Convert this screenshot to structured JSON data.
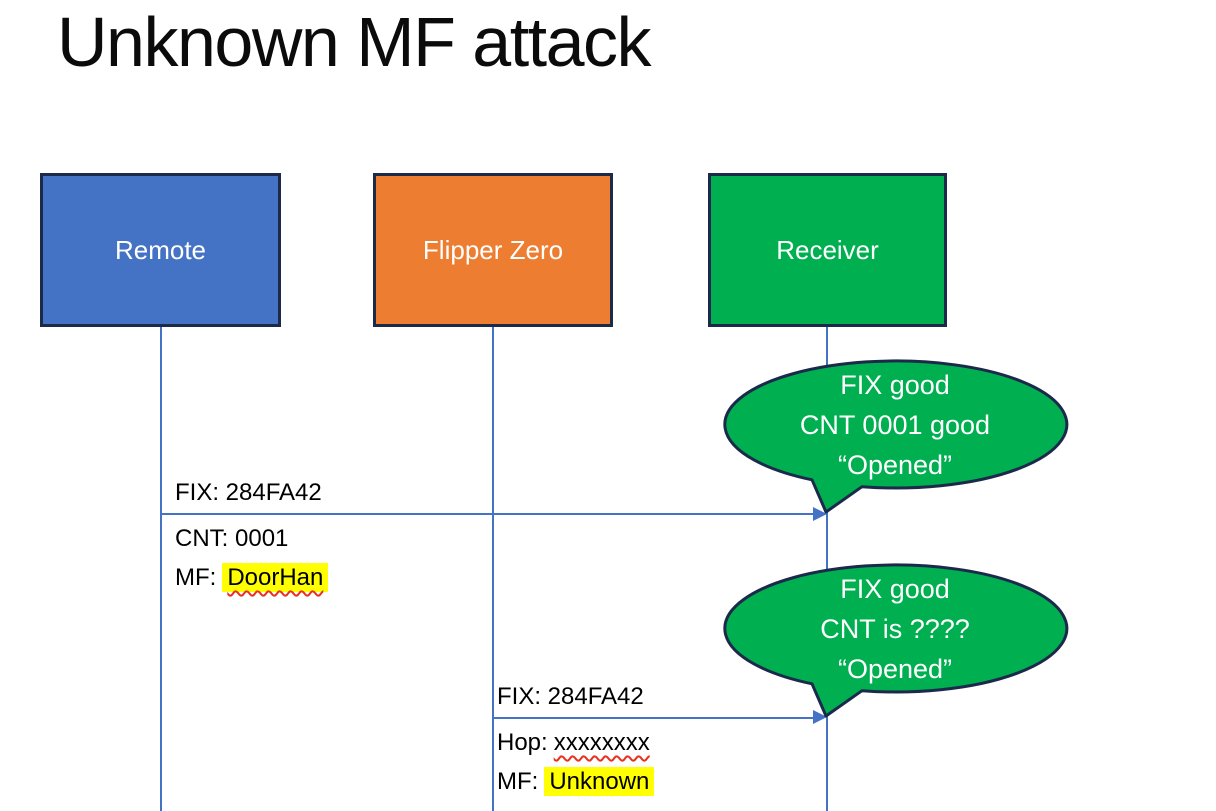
{
  "slide": {
    "title": "Unknown MF attack"
  },
  "actors": [
    {
      "label": "Remote",
      "fill": "#4472C4"
    },
    {
      "label": "Flipper Zero",
      "fill": "#ED7D31"
    },
    {
      "label": "Receiver",
      "fill": "#00B050"
    }
  ],
  "message1": {
    "fix": "FIX: 284FA42",
    "cnt": "CNT: 0001",
    "mf_label": "MF:",
    "mf_value": "DoorHan"
  },
  "message2": {
    "fix": "FIX: 284FA42",
    "hop_label": "Hop:",
    "hop_value": "xxxxxxxx",
    "mf_label": "MF:",
    "mf_value": "Unknown"
  },
  "callout1": {
    "line1": "FIX good",
    "line2": "CNT 0001 good",
    "line3": "“Opened”"
  },
  "callout2": {
    "line1": "FIX good",
    "line2": "CNT is ????",
    "line3": "“Opened”"
  },
  "colors": {
    "remote_fill": "#4472C4",
    "flipper_fill": "#ED7D31",
    "receiver_fill": "#00B050",
    "callout_fill": "#00B050",
    "outline_dark": "#1B2A4A",
    "connector_blue": "#4472C4",
    "highlight_yellow": "#FFFF00",
    "spellcheck_red": "#E8301C",
    "text_on_fill": "#FFFFFF",
    "label_text": "#000000"
  }
}
